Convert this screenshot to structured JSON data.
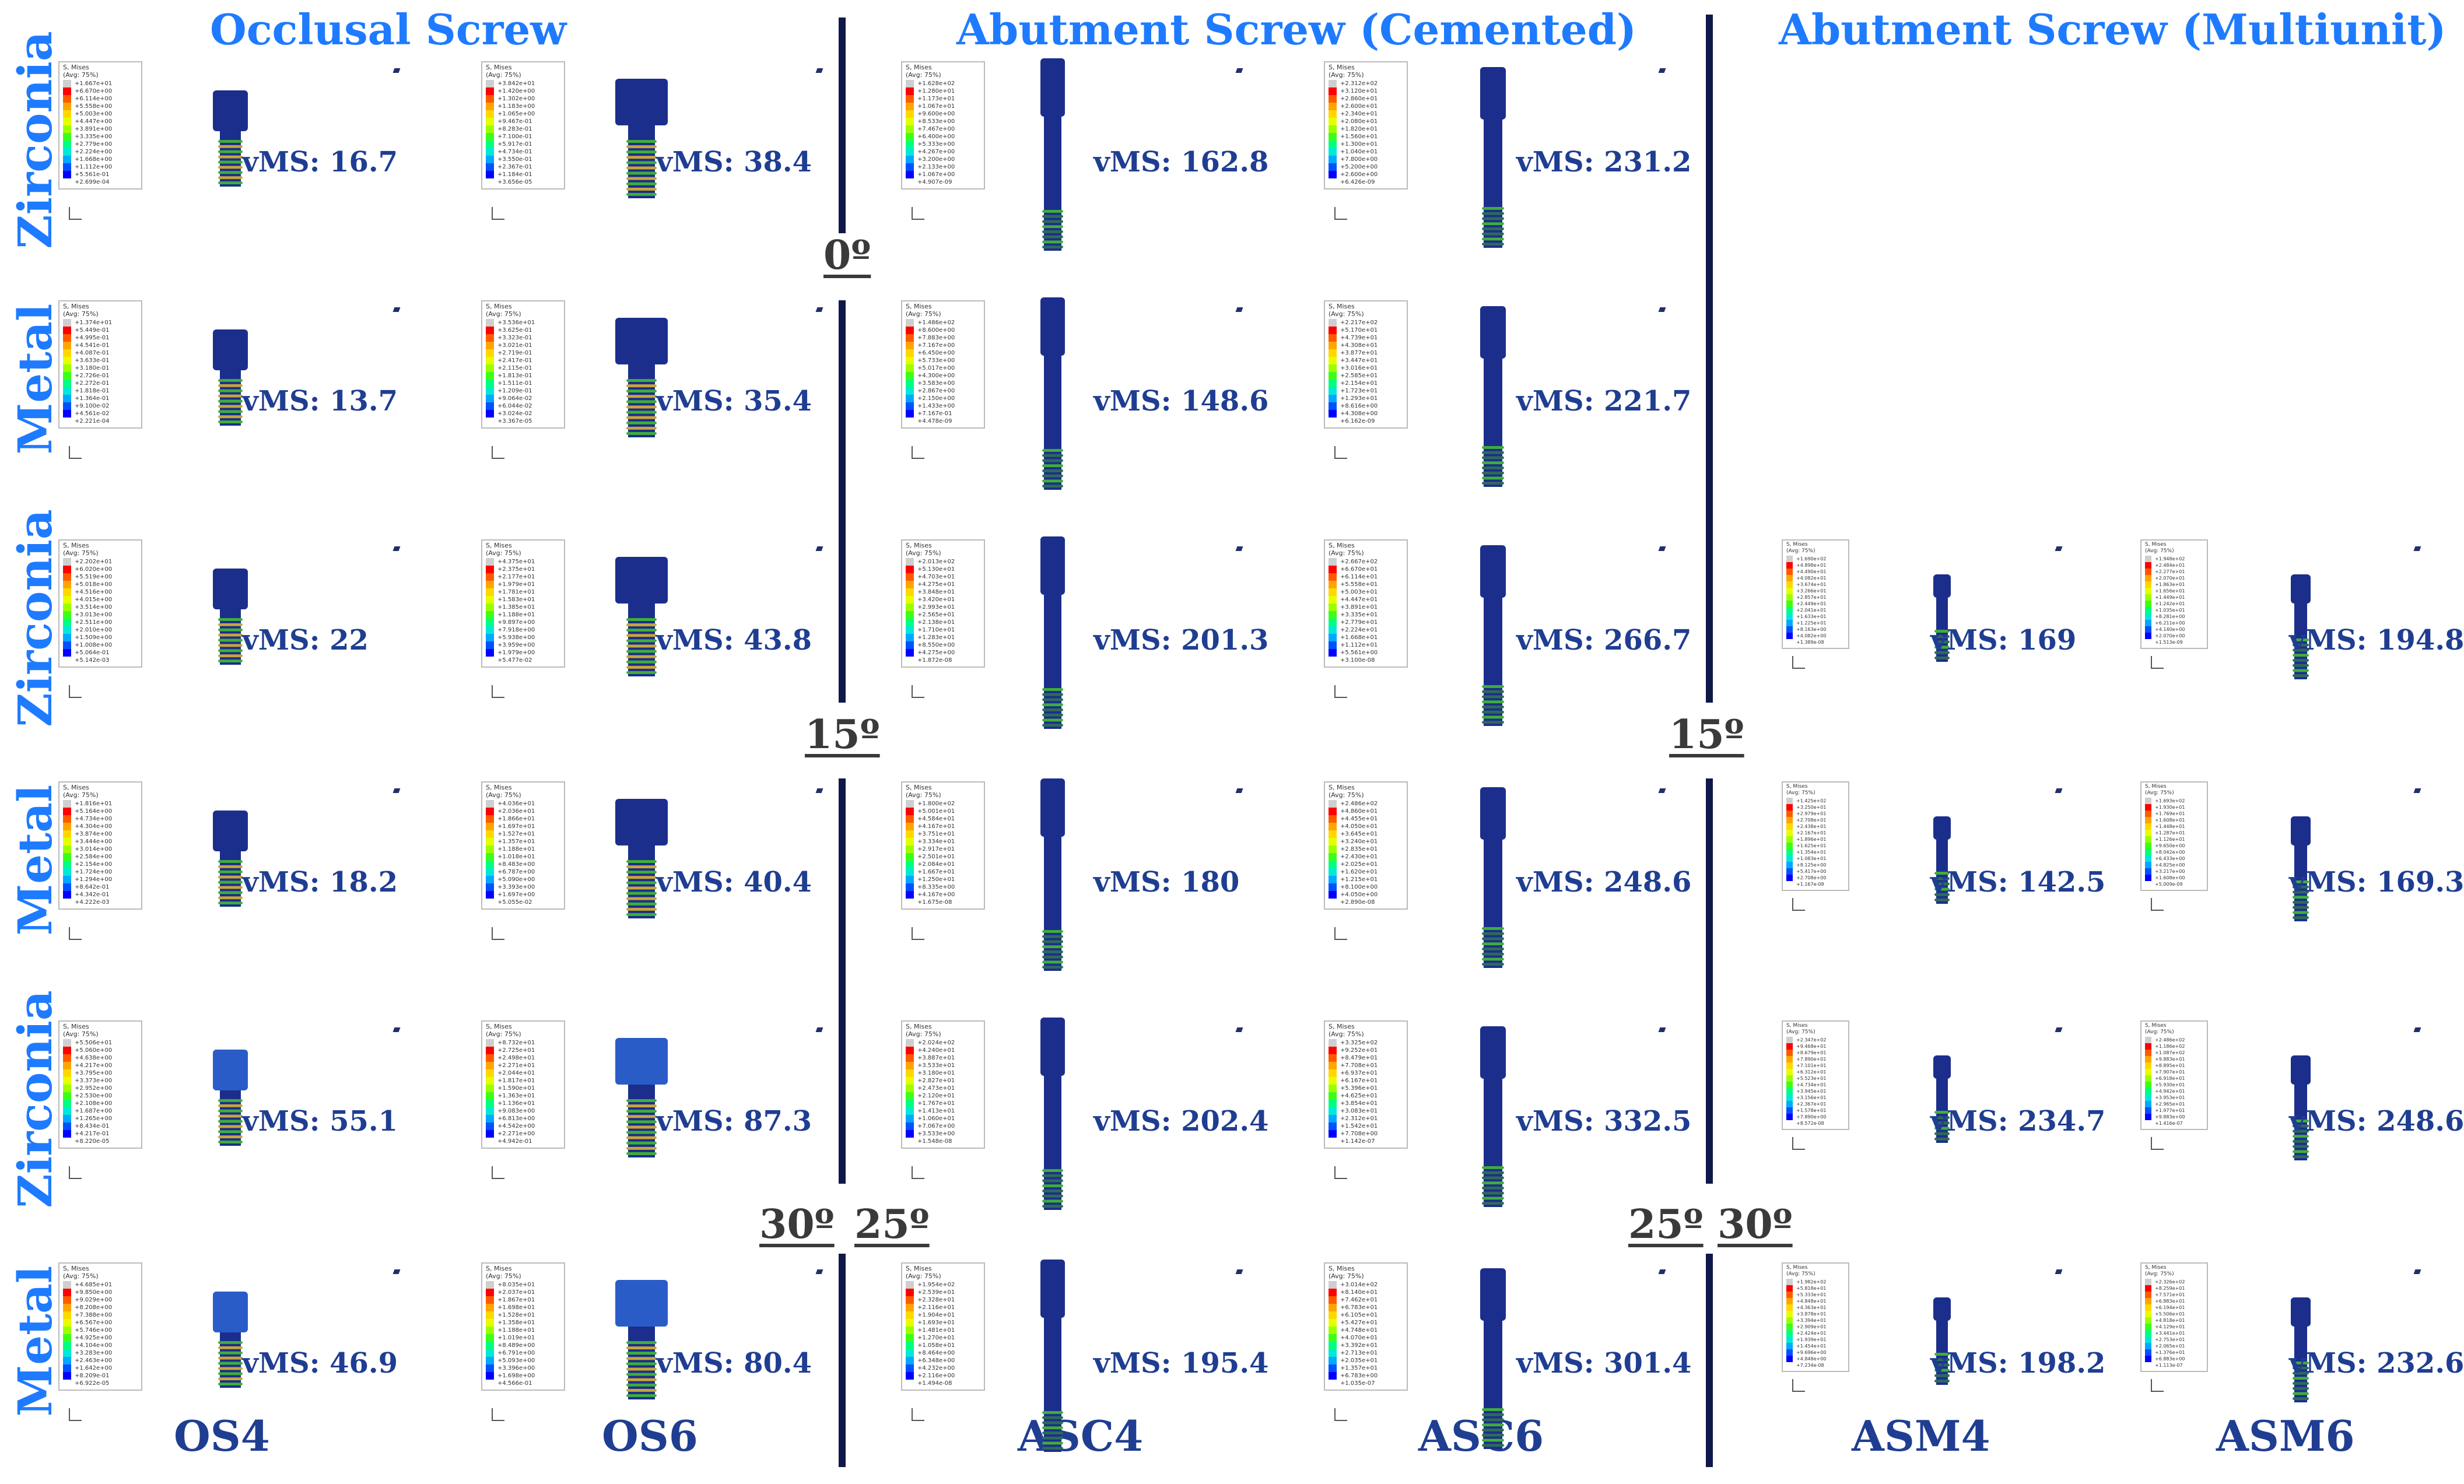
{
  "sections": {
    "occlusal": "Occlusal Screw",
    "cemented": "Abutment Screw (Cemented)",
    "multiunit": "Abutment Screw (Multiunit)"
  },
  "rows": [
    "Zirconia",
    "Metal",
    "Zirconia",
    "Metal",
    "Zirconia",
    "Metal"
  ],
  "angles": {
    "a0": "0º",
    "a15_left": "15º",
    "a15_right": "15º",
    "a30_left": "30º",
    "a25_left": "25º",
    "a25_right": "25º",
    "a30_right": "30º"
  },
  "columns": [
    "OS4",
    "OS6",
    "ASC4",
    "ASC6",
    "ASM4",
    "ASM6"
  ],
  "legend_header": [
    "S, Mises",
    "(Avg: 75%)"
  ],
  "legend_colors": [
    "#cfcfcf",
    "#ff0000",
    "#ff5a00",
    "#ffa500",
    "#ffd800",
    "#e6ff00",
    "#9cff00",
    "#3cff18",
    "#00ff80",
    "#00e8d8",
    "#00a8ff",
    "#0050ff",
    "#0000ff"
  ],
  "legends": [
    [
      "+1.667e+01",
      "+6.670e+00",
      "+6.114e+00",
      "+5.558e+00",
      "+5.003e+00",
      "+4.447e+00",
      "+3.891e+00",
      "+3.335e+00",
      "+2.779e+00",
      "+2.224e+00",
      "+1.668e+00",
      "+1.112e+00",
      "+5.561e-01",
      "+2.699e-04"
    ],
    [
      "+3.842e+01",
      "+1.420e+00",
      "+1.302e+00",
      "+1.183e+00",
      "+1.065e+00",
      "+9.467e-01",
      "+8.283e-01",
      "+7.100e-01",
      "+5.917e-01",
      "+4.734e-01",
      "+3.550e-01",
      "+2.367e-01",
      "+1.184e-01",
      "+3.656e-05"
    ],
    [
      "+1.628e+02",
      "+1.280e+01",
      "+1.173e+01",
      "+1.067e+01",
      "+9.600e+00",
      "+8.533e+00",
      "+7.467e+00",
      "+6.400e+00",
      "+5.333e+00",
      "+4.267e+00",
      "+3.200e+00",
      "+2.133e+00",
      "+1.067e+00",
      "+4.907e-09"
    ],
    [
      "+2.312e+02",
      "+3.120e+01",
      "+2.860e+01",
      "+2.600e+01",
      "+2.340e+01",
      "+2.080e+01",
      "+1.820e+01",
      "+1.560e+01",
      "+1.300e+01",
      "+1.040e+01",
      "+7.800e+00",
      "+5.200e+00",
      "+2.600e+00",
      "+6.426e-09"
    ],
    [],
    [],
    [
      "+1.374e+01",
      "+5.449e-01",
      "+4.995e-01",
      "+4.541e-01",
      "+4.087e-01",
      "+3.633e-01",
      "+3.180e-01",
      "+2.726e-01",
      "+2.272e-01",
      "+1.818e-01",
      "+1.364e-01",
      "+9.100e-02",
      "+4.561e-02",
      "+2.221e-04"
    ],
    [
      "+3.536e+01",
      "+3.625e-01",
      "+3.323e-01",
      "+3.021e-01",
      "+2.719e-01",
      "+2.417e-01",
      "+2.115e-01",
      "+1.813e-01",
      "+1.511e-01",
      "+1.209e-01",
      "+9.064e-02",
      "+6.044e-02",
      "+3.024e-02",
      "+3.367e-05"
    ],
    [
      "+1.486e+02",
      "+8.600e+00",
      "+7.883e+00",
      "+7.167e+00",
      "+6.450e+00",
      "+5.733e+00",
      "+5.017e+00",
      "+4.300e+00",
      "+3.583e+00",
      "+2.867e+00",
      "+2.150e+00",
      "+1.433e+00",
      "+7.167e-01",
      "+4.478e-09"
    ],
    [
      "+2.217e+02",
      "+5.170e+01",
      "+4.739e+01",
      "+4.308e+01",
      "+3.877e+01",
      "+3.447e+01",
      "+3.016e+01",
      "+2.585e+01",
      "+2.154e+01",
      "+1.723e+01",
      "+1.293e+01",
      "+8.616e+00",
      "+4.308e+00",
      "+6.162e-09"
    ],
    [],
    [],
    [
      "+2.202e+01",
      "+6.020e+00",
      "+5.519e+00",
      "+5.018e+00",
      "+4.516e+00",
      "+4.015e+00",
      "+3.514e+00",
      "+3.013e+00",
      "+2.511e+00",
      "+2.010e+00",
      "+1.509e+00",
      "+1.008e+00",
      "+5.064e-01",
      "+5.142e-03"
    ],
    [
      "+4.375e+01",
      "+2.375e+01",
      "+2.177e+01",
      "+1.979e+01",
      "+1.781e+01",
      "+1.583e+01",
      "+1.385e+01",
      "+1.188e+01",
      "+9.897e+00",
      "+7.918e+00",
      "+5.938e+00",
      "+3.959e+00",
      "+1.979e+00",
      "+5.477e-02"
    ],
    [
      "+2.013e+02",
      "+5.130e+01",
      "+4.703e+01",
      "+4.275e+01",
      "+3.848e+01",
      "+3.420e+01",
      "+2.993e+01",
      "+2.565e+01",
      "+2.138e+01",
      "+1.710e+01",
      "+1.283e+01",
      "+8.550e+00",
      "+4.275e+00",
      "+1.872e-08"
    ],
    [
      "+2.667e+02",
      "+6.670e+01",
      "+6.114e+01",
      "+5.558e+01",
      "+5.003e+01",
      "+4.447e+01",
      "+3.891e+01",
      "+3.335e+01",
      "+2.779e+01",
      "+2.224e+01",
      "+1.668e+01",
      "+1.112e+01",
      "+5.561e+00",
      "+3.100e-08"
    ],
    [
      "+1.690e+02",
      "+4.898e+01",
      "+4.490e+01",
      "+4.082e+01",
      "+3.674e+01",
      "+3.266e+01",
      "+2.857e+01",
      "+2.449e+01",
      "+2.041e+01",
      "+1.633e+01",
      "+1.225e+01",
      "+8.163e+00",
      "+4.082e+00",
      "+1.389e-08"
    ],
    [
      "+1.948e+02",
      "+2.484e+01",
      "+2.277e+01",
      "+2.070e+01",
      "+1.863e+01",
      "+1.656e+01",
      "+1.449e+01",
      "+1.242e+01",
      "+1.035e+01",
      "+8.281e+00",
      "+6.211e+00",
      "+4.140e+00",
      "+2.070e+00",
      "+1.513e-09"
    ],
    [
      "+1.816e+01",
      "+5.164e+00",
      "+4.734e+00",
      "+4.304e+00",
      "+3.874e+00",
      "+3.444e+00",
      "+3.014e+00",
      "+2.584e+00",
      "+2.154e+00",
      "+1.724e+00",
      "+1.294e+00",
      "+8.642e-01",
      "+4.342e-01",
      "+4.222e-03"
    ],
    [
      "+4.036e+01",
      "+2.036e+01",
      "+1.866e+01",
      "+1.697e+01",
      "+1.527e+01",
      "+1.357e+01",
      "+1.188e+01",
      "+1.018e+01",
      "+8.483e+00",
      "+6.787e+00",
      "+5.090e+00",
      "+3.393e+00",
      "+1.697e+00",
      "+5.055e-02"
    ],
    [
      "+1.800e+02",
      "+5.001e+01",
      "+4.584e+01",
      "+4.167e+01",
      "+3.751e+01",
      "+3.334e+01",
      "+2.917e+01",
      "+2.501e+01",
      "+2.084e+01",
      "+1.667e+01",
      "+1.250e+01",
      "+8.335e+00",
      "+4.167e+00",
      "+1.675e-08"
    ],
    [
      "+2.486e+02",
      "+4.860e+01",
      "+4.455e+01",
      "+4.050e+01",
      "+3.645e+01",
      "+3.240e+01",
      "+2.835e+01",
      "+2.430e+01",
      "+2.025e+01",
      "+1.620e+01",
      "+1.215e+01",
      "+8.100e+00",
      "+4.050e+00",
      "+2.890e-08"
    ],
    [
      "+1.425e+02",
      "+3.250e+01",
      "+2.979e+01",
      "+2.708e+01",
      "+2.438e+01",
      "+2.167e+01",
      "+1.896e+01",
      "+1.625e+01",
      "+1.354e+01",
      "+1.083e+01",
      "+8.125e+00",
      "+5.417e+00",
      "+2.708e+00",
      "+1.167e-08"
    ],
    [
      "+1.693e+02",
      "+1.930e+01",
      "+1.769e+01",
      "+1.608e+01",
      "+1.448e+01",
      "+1.287e+01",
      "+1.126e+01",
      "+9.650e+00",
      "+8.042e+00",
      "+6.433e+00",
      "+4.825e+00",
      "+3.217e+00",
      "+1.608e+00",
      "+5.009e-09"
    ],
    [
      "+5.506e+01",
      "+5.060e+00",
      "+4.638e+00",
      "+4.217e+00",
      "+3.795e+00",
      "+3.373e+00",
      "+2.952e+00",
      "+2.530e+00",
      "+2.108e+00",
      "+1.687e+00",
      "+1.265e+00",
      "+8.434e-01",
      "+4.217e-01",
      "+8.220e-05"
    ],
    [
      "+8.732e+01",
      "+2.725e+01",
      "+2.498e+01",
      "+2.271e+01",
      "+2.044e+01",
      "+1.817e+01",
      "+1.590e+01",
      "+1.363e+01",
      "+1.136e+01",
      "+9.083e+00",
      "+6.813e+00",
      "+4.542e+00",
      "+2.271e+00",
      "+4.942e-01"
    ],
    [
      "+2.024e+02",
      "+4.240e+01",
      "+3.887e+01",
      "+3.533e+01",
      "+3.180e+01",
      "+2.827e+01",
      "+2.473e+01",
      "+2.120e+01",
      "+1.767e+01",
      "+1.413e+01",
      "+1.060e+01",
      "+7.067e+00",
      "+3.533e+00",
      "+1.548e-08"
    ],
    [
      "+3.325e+02",
      "+9.252e+01",
      "+8.479e+01",
      "+7.708e+01",
      "+6.937e+01",
      "+6.167e+01",
      "+5.396e+01",
      "+4.625e+01",
      "+3.854e+01",
      "+3.083e+01",
      "+2.312e+01",
      "+1.542e+01",
      "+7.708e+00",
      "+1.142e-07"
    ],
    [
      "+2.347e+02",
      "+9.468e+01",
      "+8.679e+01",
      "+7.890e+01",
      "+7.101e+01",
      "+6.312e+01",
      "+5.523e+01",
      "+4.734e+01",
      "+3.945e+01",
      "+3.156e+01",
      "+2.367e+01",
      "+1.578e+01",
      "+7.890e+00",
      "+8.572e-08"
    ],
    [
      "+2.486e+02",
      "+1.186e+02",
      "+1.087e+02",
      "+9.883e+01",
      "+8.895e+01",
      "+7.907e+01",
      "+6.918e+01",
      "+5.930e+01",
      "+4.942e+01",
      "+3.953e+01",
      "+2.965e+01",
      "+1.977e+01",
      "+9.883e+00",
      "+1.416e-07"
    ],
    [
      "+4.685e+01",
      "+9.850e+00",
      "+9.029e+00",
      "+8.208e+00",
      "+7.388e+00",
      "+6.567e+00",
      "+5.746e+00",
      "+4.925e+00",
      "+4.104e+00",
      "+3.283e+00",
      "+2.463e+00",
      "+1.642e+00",
      "+8.209e-01",
      "+6.922e-05"
    ],
    [
      "+8.035e+01",
      "+2.037e+01",
      "+1.867e+01",
      "+1.698e+01",
      "+1.528e+01",
      "+1.358e+01",
      "+1.188e+01",
      "+1.019e+01",
      "+8.489e+00",
      "+6.791e+00",
      "+5.093e+00",
      "+3.396e+00",
      "+1.698e+00",
      "+4.566e-01"
    ],
    [
      "+1.954e+02",
      "+2.539e+01",
      "+2.328e+01",
      "+2.116e+01",
      "+1.904e+01",
      "+1.693e+01",
      "+1.481e+01",
      "+1.270e+01",
      "+1.058e+01",
      "+8.464e+00",
      "+6.348e+00",
      "+4.232e+00",
      "+2.116e+00",
      "+1.494e-08"
    ],
    [
      "+3.014e+02",
      "+8.140e+01",
      "+7.462e+01",
      "+6.783e+01",
      "+6.105e+01",
      "+5.427e+01",
      "+4.748e+01",
      "+4.070e+01",
      "+3.392e+01",
      "+2.713e+01",
      "+2.035e+01",
      "+1.357e+01",
      "+6.783e+00",
      "+1.035e-07"
    ],
    [
      "+1.982e+02",
      "+5.818e+01",
      "+5.333e+01",
      "+4.848e+01",
      "+4.363e+01",
      "+3.878e+01",
      "+3.394e+01",
      "+2.909e+01",
      "+2.424e+01",
      "+1.939e+01",
      "+1.454e+01",
      "+9.696e+00",
      "+4.848e+00",
      "+7.234e-08"
    ],
    [
      "+2.326e+02",
      "+8.259e+01",
      "+7.571e+01",
      "+6.883e+01",
      "+6.194e+01",
      "+5.506e+01",
      "+4.818e+01",
      "+4.129e+01",
      "+3.441e+01",
      "+2.753e+01",
      "+2.065e+01",
      "+1.376e+01",
      "+6.883e+00",
      "+1.113e-07"
    ]
  ],
  "vms": [
    [
      "vMS: 16.7",
      "vMS: 38.4",
      "vMS: 162.8",
      "vMS: 231.2",
      "",
      ""
    ],
    [
      "vMS: 13.7",
      "vMS: 35.4",
      "vMS: 148.6",
      "vMS: 221.7",
      "",
      ""
    ],
    [
      "vMS: 22",
      "vMS: 43.8",
      "vMS: 201.3",
      "vMS: 266.7",
      "vMS: 169",
      "vMS: 194.8"
    ],
    [
      "vMS: 18.2",
      "vMS: 40.4",
      "vMS: 180",
      "vMS: 248.6",
      "vMS: 142.5",
      "vMS: 169.3"
    ],
    [
      "vMS: 55.1",
      "vMS: 87.3",
      "vMS: 202.4",
      "vMS: 332.5",
      "vMS: 234.7",
      "vMS: 248.6"
    ],
    [
      "vMS: 46.9",
      "vMS: 80.4",
      "vMS: 195.4",
      "vMS: 301.4",
      "vMS: 198.2",
      "vMS: 232.6"
    ]
  ],
  "colors": {
    "title_blue": "#1e7bff",
    "value_navy": "#1f3e92",
    "divider": "#10184a",
    "screw_body": "#1c2e8c",
    "thread_green": "#3fae3a"
  }
}
